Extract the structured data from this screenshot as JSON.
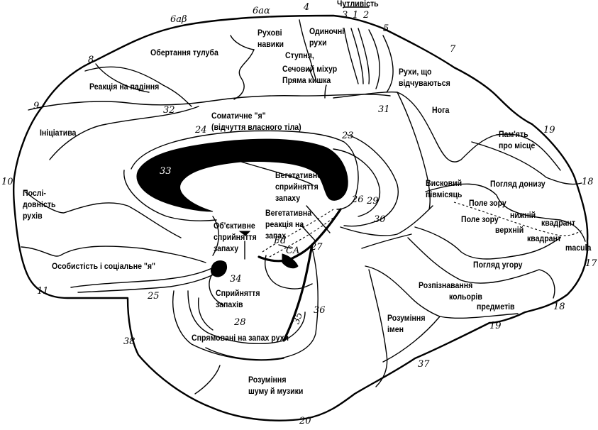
{
  "diagram": {
    "type": "medial-brain-surface-functional-map",
    "header": {
      "sensitivity_label": "Чутливість",
      "sensitivity_areas": [
        "3",
        "1",
        "2"
      ]
    },
    "area_numbers": {
      "a6b": "6aβ",
      "a6a": "6aα",
      "a4": "4",
      "a5": "5",
      "a7": "7",
      "a8": "8",
      "a9": "9",
      "a10": "10",
      "a11": "11",
      "a17": "17",
      "a18_top": "18",
      "a18_bottom": "18",
      "a19_top": "19",
      "a19_bottom": "19",
      "a20": "20",
      "a23": "23",
      "a24": "24",
      "a25": "25",
      "a26": "26",
      "a27": "27",
      "a28": "28",
      "a29": "29",
      "a30": "30",
      "a31": "31",
      "a32": "32",
      "a33": "33",
      "a34": "34",
      "a35": "35",
      "a36": "36",
      "a37": "37",
      "a38": "38",
      "fd": "Fd",
      "ca": "CA"
    },
    "labels": {
      "trunk_rotation": "Обертання тулуба",
      "motor_skills": "Рухові\nнавики",
      "single_movements": "Одиночні\nрухи",
      "foot": "Ступня,",
      "bladder": "Сечовий міхур",
      "rectum": "Пряма кишка",
      "felt_movements": "Рухи, що\nвідчуваються",
      "fall_reaction": "Реакція на падіння",
      "leg": "Нога",
      "initiative": "Ініціатива",
      "somatic_self": "Соматичне \"я\"\n(відчуття власного тіла)",
      "place_memory": "Пам'ять\nпро місце",
      "movement_sequence": "Послі-\nдовність\nрухів",
      "vegetative_smell_perception": "Вегетативне\nсприйняття\nзапаху",
      "vegetative_smell_reaction": "Вегетативна\nреакція на\nзапах",
      "temporal_crescent": "Висковий\nпівмісяць",
      "gaze_down": "Погляд донизу",
      "visual_field_1": "Поле зору",
      "lower": "нижній",
      "quadrant_1": "квадрант",
      "visual_field_2": "Поле зору",
      "upper": "верхній",
      "quadrant_2": "квадрант",
      "macula": "macula",
      "objective_smell_perception": "Об'єктивне\nсприйняття\nзапаху",
      "personality_social_self": "Особистість і соціальне \"я\"",
      "gaze_up": "Погляд  угору",
      "smell_perception": "Сприйняття\nзапахів",
      "object_color_recognition_1": "Розпізнавання",
      "object_color_recognition_2": "кольорів",
      "object_color_recognition_3": "предметів",
      "name_comprehension": "Розуміння\nімен",
      "smell_directed_movements": "Спрямовані на запах рухи",
      "noise_music_comprehension": "Розуміння\nшуму й музики"
    }
  }
}
